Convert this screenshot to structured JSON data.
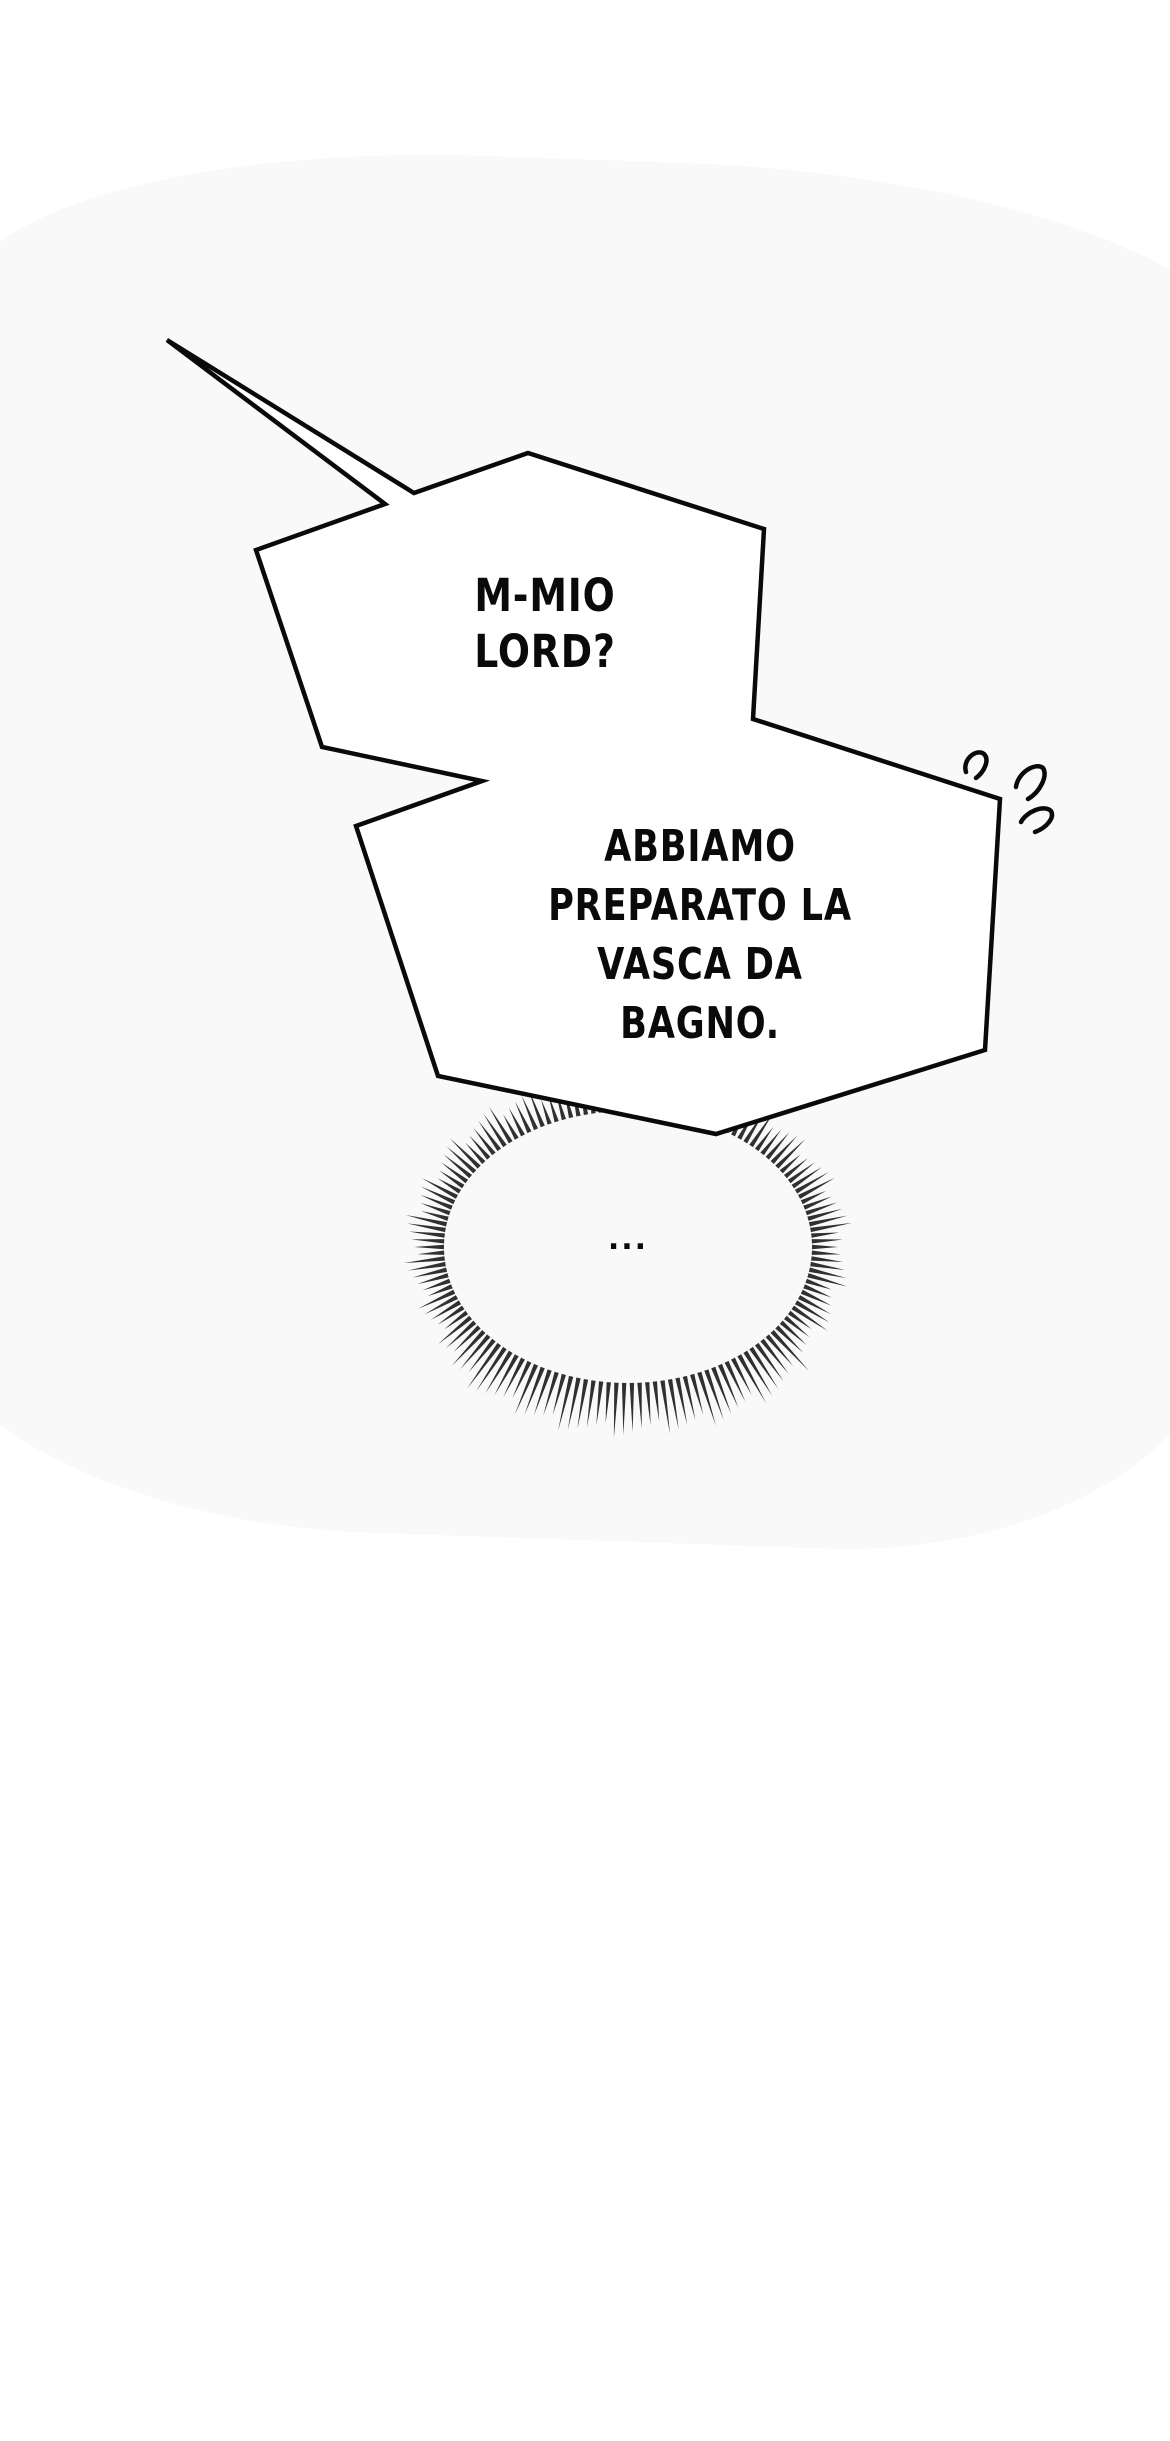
{
  "panel": {
    "background": "#ffffff",
    "wash_color": "#f9f9f9",
    "ink_color": "#0a0a0a"
  },
  "speech_bubble": {
    "shape": "jagged-polygon-with-tail",
    "lines_upper": [
      "M-MIO",
      "LORD?"
    ],
    "lines_lower": [
      "ABBIAMO",
      "PREPARATO LA",
      "VASCA DA",
      "BAGNO."
    ]
  },
  "sweat_marks": {
    "icon": "surprise-marks-icon",
    "count": 3
  },
  "thought_burst": {
    "icon": "radial-burst-icon",
    "text": "..."
  }
}
